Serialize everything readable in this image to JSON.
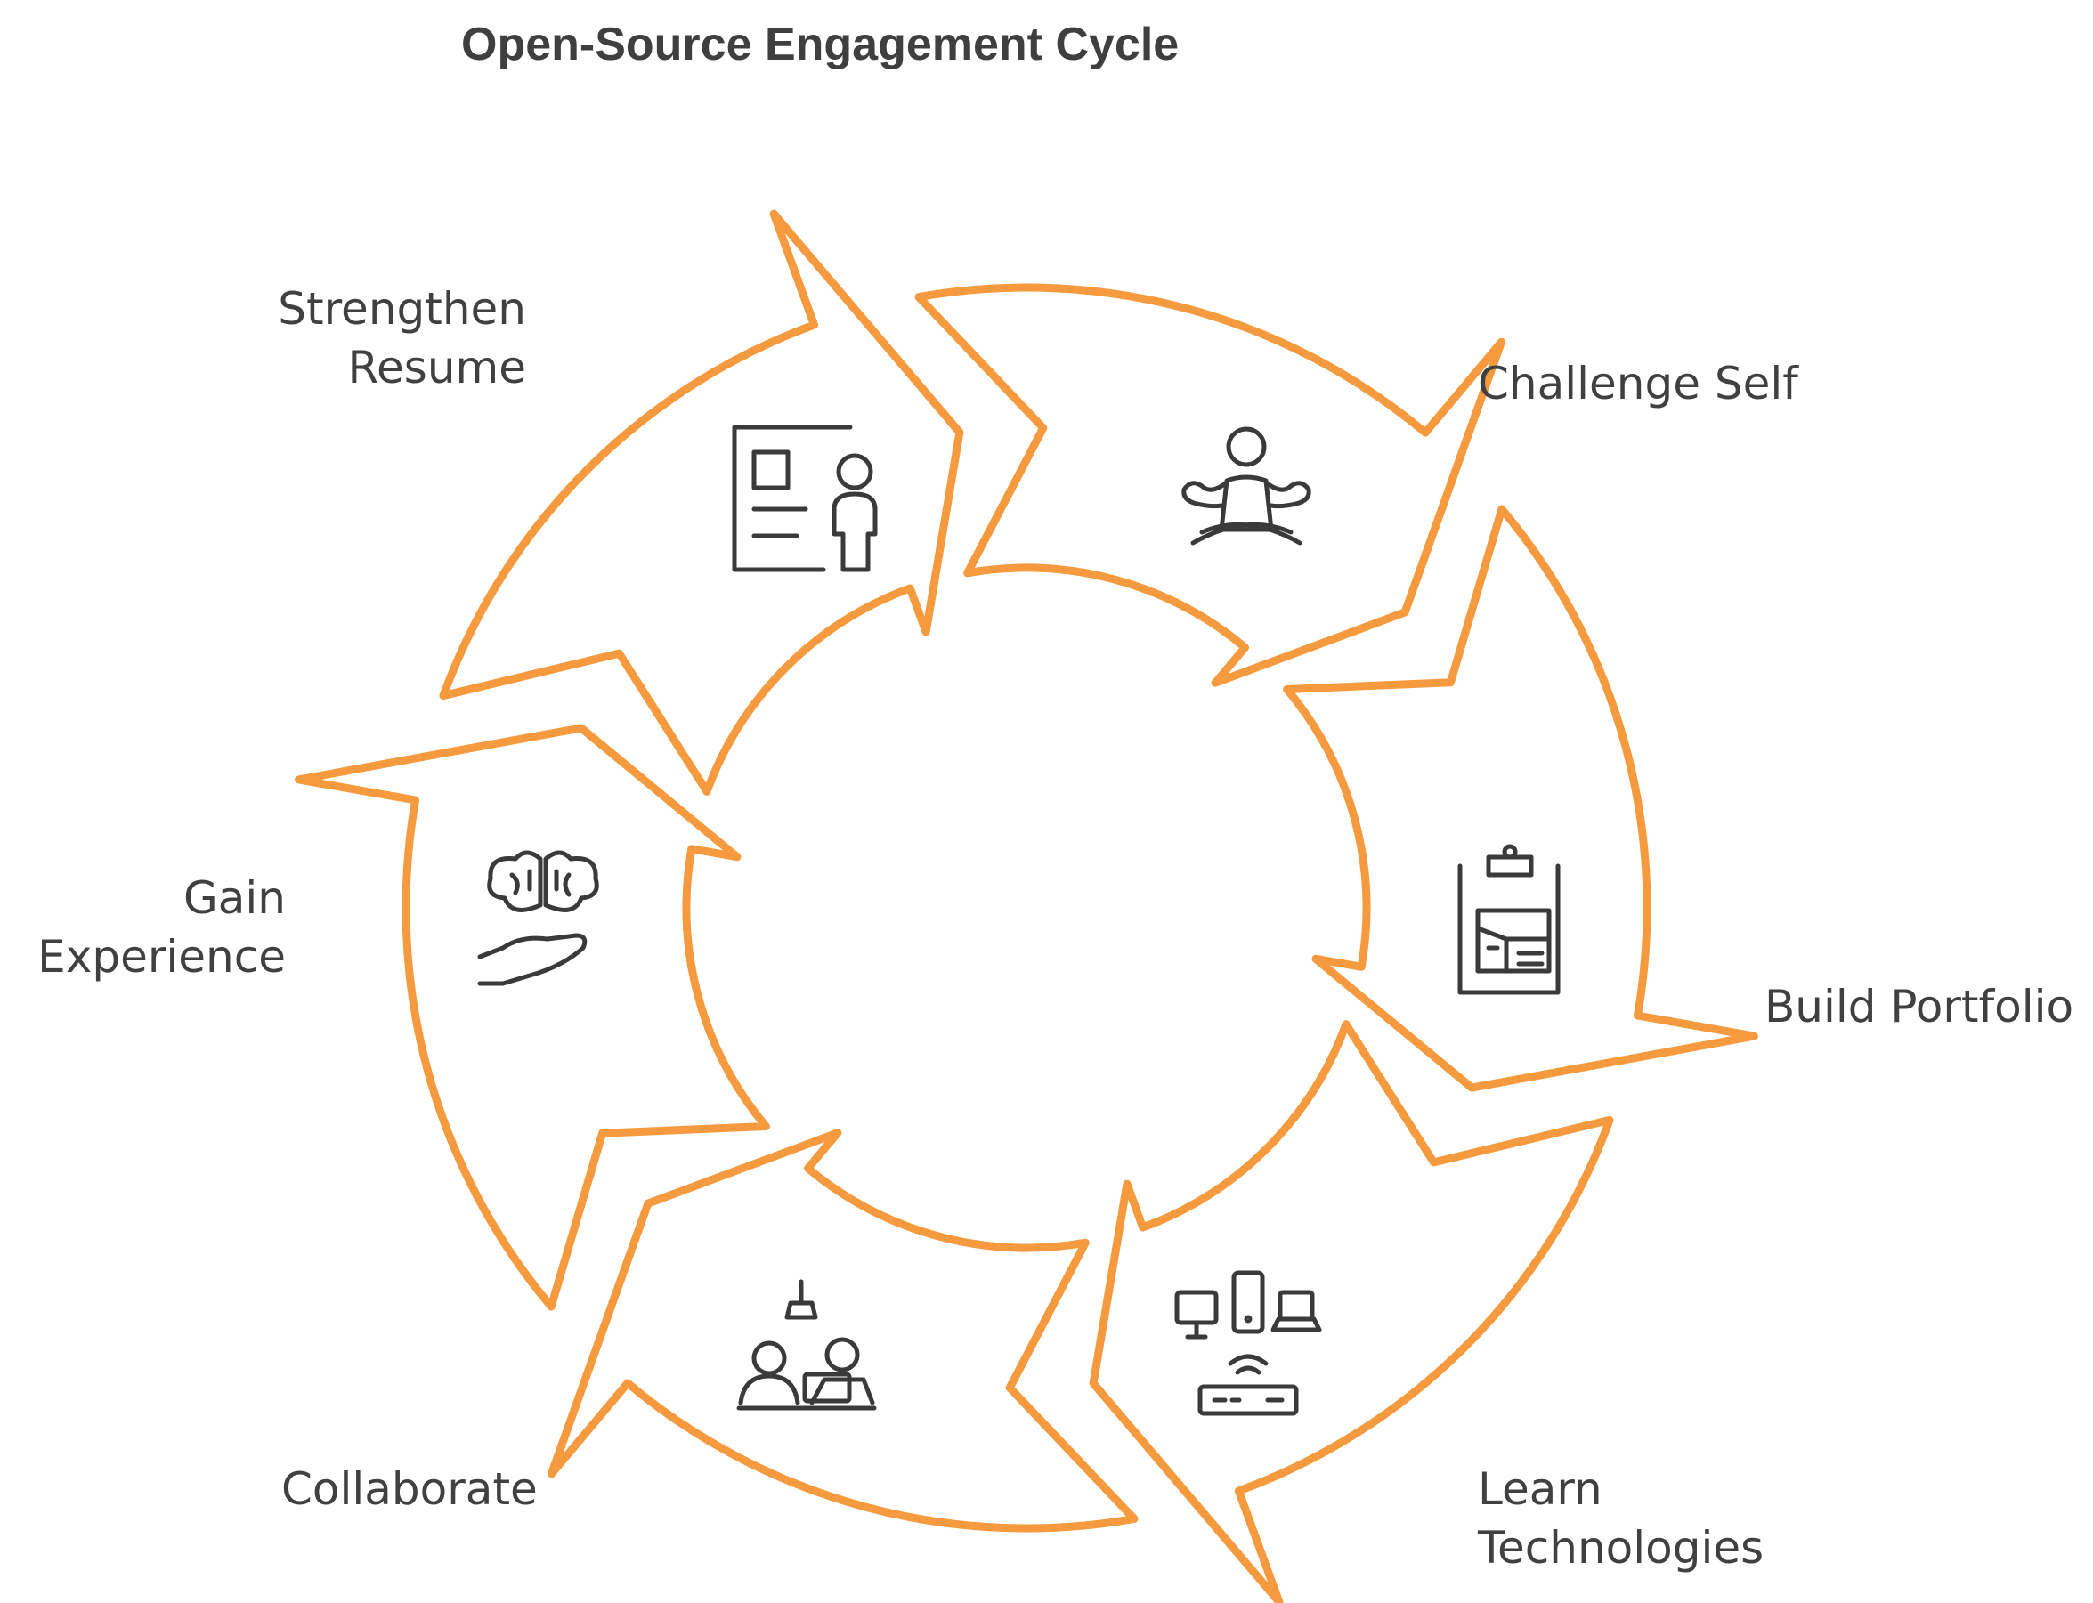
{
  "title": "Open-Source Engagement Cycle",
  "colors": {
    "arrow": "#F59A3F",
    "icon": "#3A3A3A",
    "text": "#404040"
  },
  "steps": [
    {
      "lines": [
        "Strengthen",
        "Resume"
      ],
      "icon": "resume-presentation-icon"
    },
    {
      "lines": [
        "Challenge Self"
      ],
      "icon": "meditation-icon"
    },
    {
      "lines": [
        "Build Portfolio"
      ],
      "icon": "clipboard-portfolio-icon"
    },
    {
      "lines": [
        "Learn",
        "Technologies"
      ],
      "icon": "connected-devices-icon"
    },
    {
      "lines": [
        "Collaborate"
      ],
      "icon": "team-collaboration-icon"
    },
    {
      "lines": [
        "Gain",
        "Experience"
      ],
      "icon": "brain-in-hand-icon"
    }
  ]
}
